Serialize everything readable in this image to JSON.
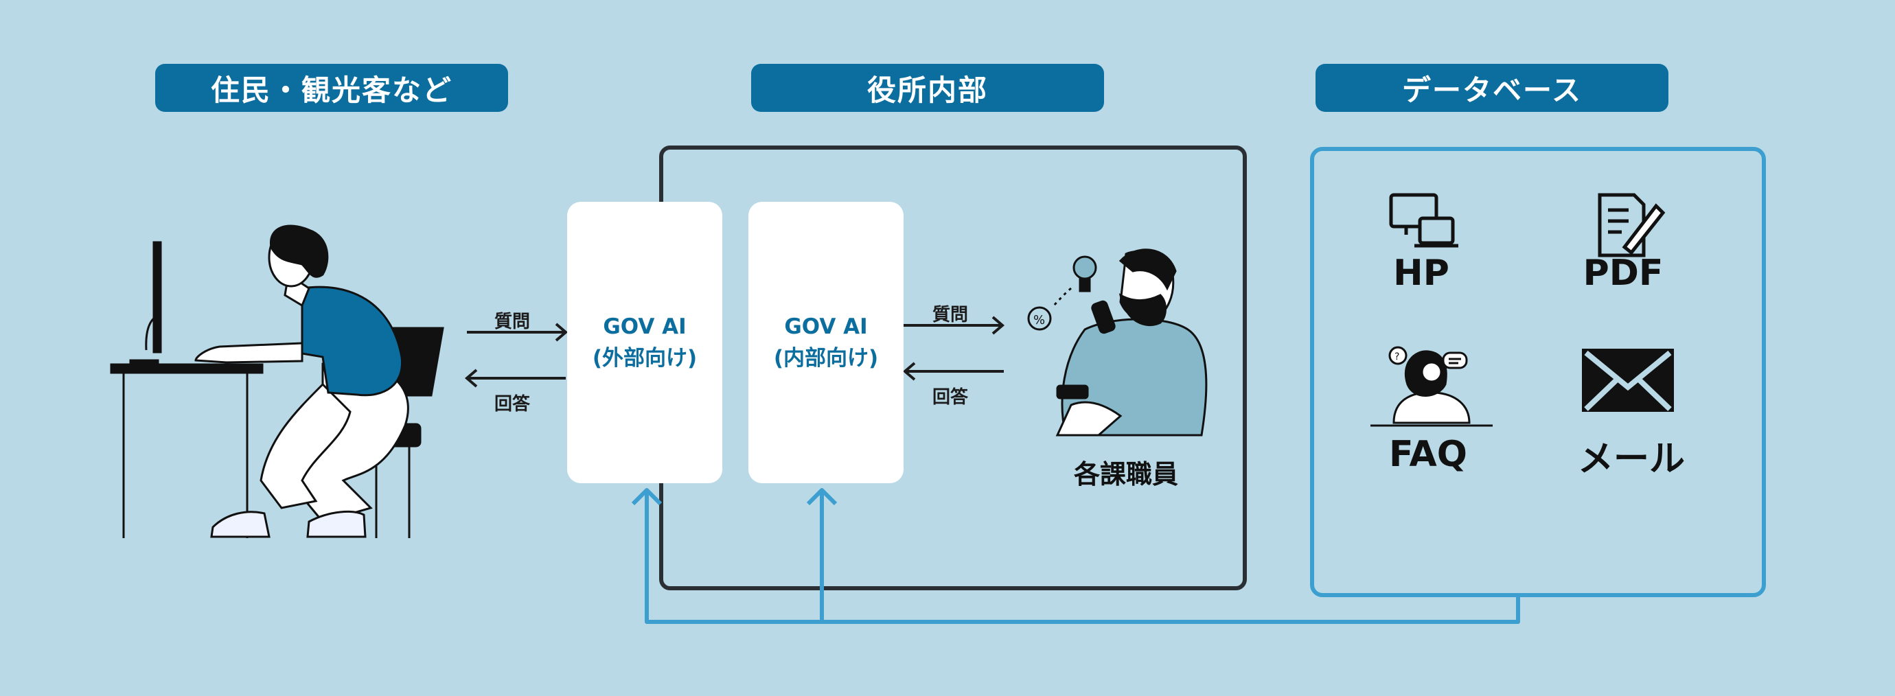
{
  "headers": {
    "residents": "住民・観光客など",
    "office": "役所内部",
    "database": "データベース"
  },
  "ai_cards": {
    "external": {
      "line1": "GOV AI",
      "line2": "(外部向け)"
    },
    "internal": {
      "line1": "GOV AI",
      "line2": "(内部向け)"
    }
  },
  "arrows": {
    "left_question": "質問",
    "left_answer": "回答",
    "right_question": "質問",
    "right_answer": "回答"
  },
  "staff": {
    "label": "各課職員"
  },
  "database_items": {
    "hp": "HP",
    "pdf": "PDF",
    "faq": "FAQ",
    "mail": "メール"
  },
  "colors": {
    "background": "#bad9e6",
    "accent": "#0b6e9e",
    "db_border": "#3c9fd0",
    "frame_dark": "#2a2f33"
  }
}
